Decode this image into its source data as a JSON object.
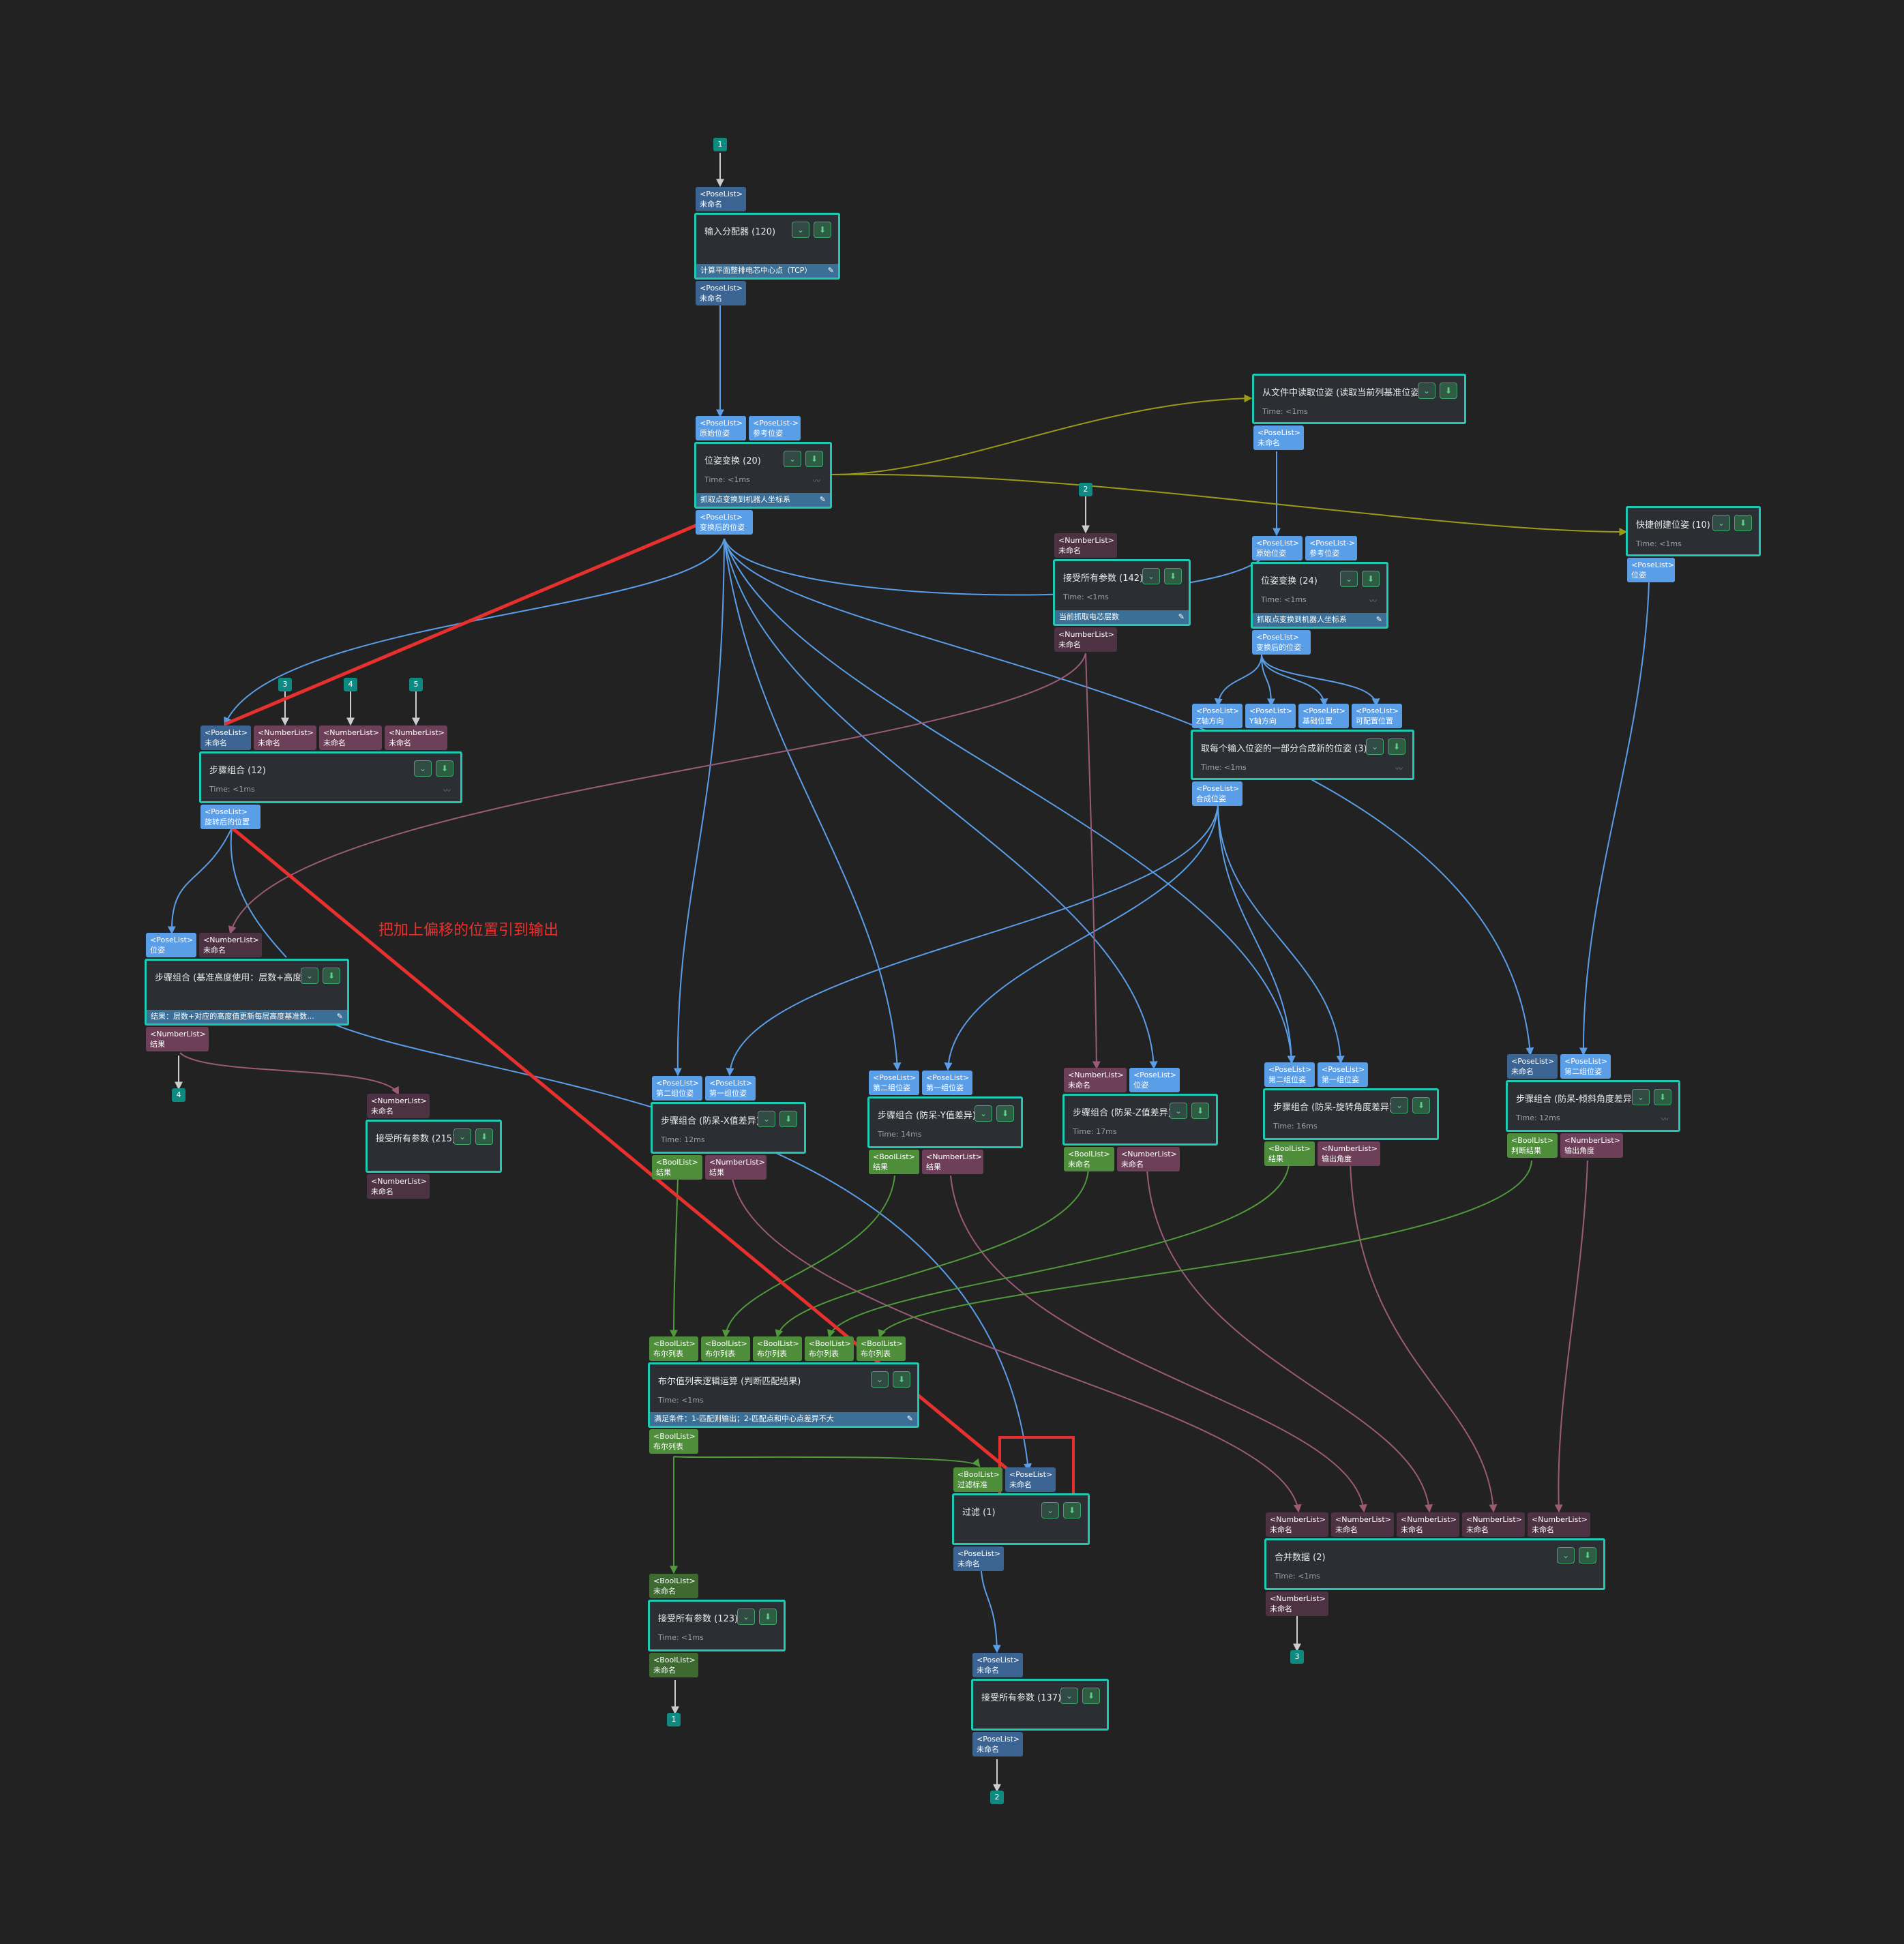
{
  "annotation": {
    "text": "把加上偏移的位置引到输出"
  },
  "markers": [
    {
      "id": "m1_top",
      "label": "1"
    },
    {
      "id": "m2_top",
      "label": "2"
    },
    {
      "id": "m3_top",
      "label": "3"
    },
    {
      "id": "m4_top",
      "label": "4"
    },
    {
      "id": "m5_top",
      "label": "5"
    },
    {
      "id": "m4_bot",
      "label": "4"
    },
    {
      "id": "m1_bot",
      "label": "1"
    },
    {
      "id": "m2_bot",
      "label": "2"
    },
    {
      "id": "m3_bot",
      "label": "3"
    }
  ],
  "ports": {
    "pose_type": "<PoseList>",
    "pose_type_arrow": "<PoseList->",
    "num_type": "<NumberList>",
    "bool_type": "<BoolList>",
    "unnamed": "未命名",
    "origin_pose": "原始位姿",
    "ref_pose": "参考位姿",
    "transformed_pose": "变换后的位姿",
    "pose": "位姿",
    "rotated_pose": "旋转后的位置",
    "result": "结果",
    "second_pose": "第二组位姿",
    "first_pose": "第一组位姿",
    "z_dir": "Z轴方向",
    "y_dir": "Y轴方向",
    "base_pos": "基础位置",
    "offset_pos": "可配置位置",
    "composed_pose": "合成位姿",
    "bool_list": "布尔列表",
    "filter_std": "过滤标准",
    "judge_result": "判断结果",
    "out_angle": "输出角度"
  },
  "nodes": {
    "input_dist": {
      "title": "输入分配器 (120)",
      "footer": "计算平面整排电芯中心点（TCP）"
    },
    "pose_tf_20": {
      "title": "位姿变换 (20)",
      "time": "Time: <1ms",
      "footer": "抓取点变换到机器人坐标系"
    },
    "read_file": {
      "title": "从文件中读取位姿 (读取当前列基准位姿)",
      "time": "Time: <1ms"
    },
    "quick_pose": {
      "title": "快捷创建位姿 (10)",
      "time": "Time: <1ms"
    },
    "recv_142": {
      "title": "接受所有参数 (142)",
      "time": "Time: <1ms",
      "footer": "当前抓取电芯层数"
    },
    "pose_tf_24": {
      "title": "位姿变换 (24)",
      "time": "Time: <1ms",
      "footer": "抓取点变换到机器人坐标系"
    },
    "compose_3": {
      "title": "取每个输入位姿的一部分合成新的位姿 (3)",
      "time": "Time: <1ms"
    },
    "step_12": {
      "title": "步骤组合 (12)",
      "time": "Time: <1ms"
    },
    "step_height": {
      "title": "步骤组合 (基准高度使用：层数+高度)",
      "footer": "结果：层数+对应的高度值更新每层高度基准数..."
    },
    "recv_215": {
      "title": "接受所有参数 (215)"
    },
    "step_x": {
      "title": "步骤组合 (防呆-X值差异)",
      "time": "Time: 12ms"
    },
    "step_y": {
      "title": "步骤组合 (防呆-Y值差异)",
      "time": "Time: 14ms"
    },
    "step_z": {
      "title": "步骤组合 (防呆-Z值差异)",
      "time": "Time: 17ms"
    },
    "step_rot": {
      "title": "步骤组合 (防呆-旋转角度差异)",
      "time": "Time: 16ms"
    },
    "step_tilt": {
      "title": "步骤组合 (防呆-倾斜角度差异)",
      "time": "Time: 12ms"
    },
    "bool_op": {
      "title": "布尔值列表逻辑运算 (判断匹配结果)",
      "time": "Time: <1ms",
      "footer": "满足条件：1-匹配则输出；2-匹配点和中心点差异不大"
    },
    "filter_1": {
      "title": "过滤 (1)"
    },
    "merge_2": {
      "title": "合并数据 (2)",
      "time": "Time: <1ms"
    },
    "recv_123": {
      "title": "接受所有参数 (123)",
      "time": "Time: <1ms"
    },
    "recv_137": {
      "title": "接受所有参数 (137)"
    }
  },
  "icons": {
    "fold": "chevron-down-icon",
    "debug": "pin-icon",
    "chart": "line-chart-icon",
    "edit": "pencil-icon"
  },
  "colors": {
    "pose_wire": "#5a9ee8",
    "num_wire": "#9b5b78",
    "bool_wire": "#4f9a3a",
    "olive_wire": "#9a9a1a",
    "highlight": "#e8302e",
    "node_border": "#1fc9b2"
  }
}
